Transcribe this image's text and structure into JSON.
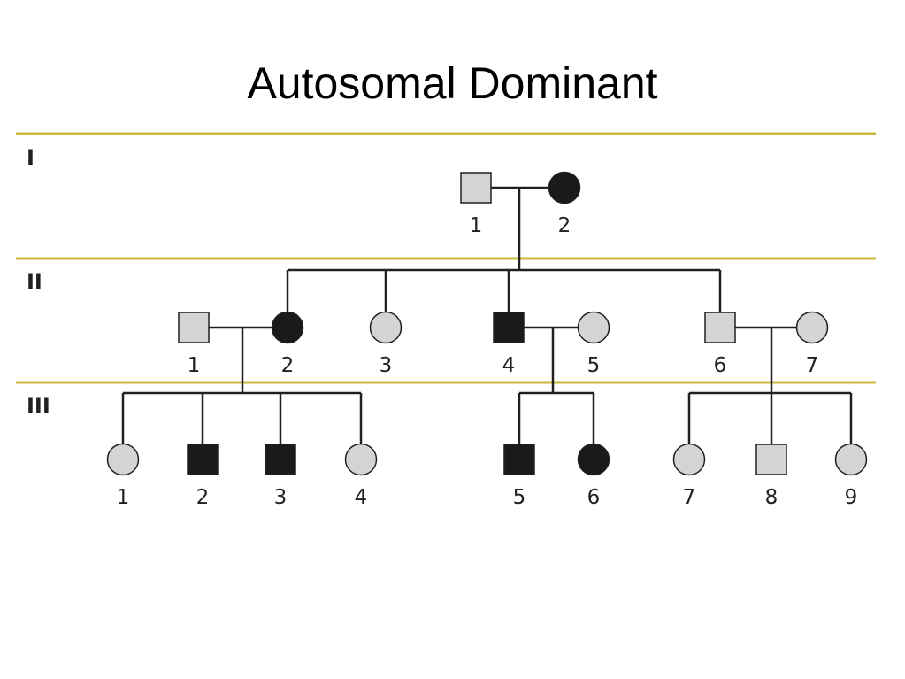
{
  "title": "Autosomal Dominant",
  "colors": {
    "affected": "#1a1a1a",
    "unaffected": "#d3d4d5",
    "line": "#231f20",
    "separator": "#c9b93a"
  },
  "legend_encoding": {
    "square": "male",
    "circle": "female",
    "filled_black": "affected",
    "filled_gray": "unaffected"
  },
  "generations": [
    {
      "label": "I",
      "individuals": [
        {
          "id": "I-1",
          "number": "1",
          "sex": "male",
          "affected": false
        },
        {
          "id": "I-2",
          "number": "2",
          "sex": "female",
          "affected": true
        }
      ]
    },
    {
      "label": "II",
      "individuals": [
        {
          "id": "II-1",
          "number": "1",
          "sex": "male",
          "affected": false
        },
        {
          "id": "II-2",
          "number": "2",
          "sex": "female",
          "affected": true
        },
        {
          "id": "II-3",
          "number": "3",
          "sex": "female",
          "affected": false
        },
        {
          "id": "II-4",
          "number": "4",
          "sex": "male",
          "affected": true
        },
        {
          "id": "II-5",
          "number": "5",
          "sex": "female",
          "affected": false
        },
        {
          "id": "II-6",
          "number": "6",
          "sex": "male",
          "affected": false
        },
        {
          "id": "II-7",
          "number": "7",
          "sex": "female",
          "affected": false
        }
      ]
    },
    {
      "label": "III",
      "individuals": [
        {
          "id": "III-1",
          "number": "1",
          "sex": "female",
          "affected": false
        },
        {
          "id": "III-2",
          "number": "2",
          "sex": "male",
          "affected": true
        },
        {
          "id": "III-3",
          "number": "3",
          "sex": "male",
          "affected": true
        },
        {
          "id": "III-4",
          "number": "4",
          "sex": "female",
          "affected": false
        },
        {
          "id": "III-5",
          "number": "5",
          "sex": "male",
          "affected": true
        },
        {
          "id": "III-6",
          "number": "6",
          "sex": "female",
          "affected": true
        },
        {
          "id": "III-7",
          "number": "7",
          "sex": "female",
          "affected": false
        },
        {
          "id": "III-8",
          "number": "8",
          "sex": "male",
          "affected": false
        },
        {
          "id": "III-9",
          "number": "9",
          "sex": "female",
          "affected": false
        }
      ]
    }
  ],
  "matings": [
    {
      "partners": [
        "I-1",
        "I-2"
      ],
      "children": [
        "II-2",
        "II-3",
        "II-4",
        "II-6"
      ]
    },
    {
      "partners": [
        "II-1",
        "II-2"
      ],
      "children": [
        "III-1",
        "III-2",
        "III-3",
        "III-4"
      ]
    },
    {
      "partners": [
        "II-4",
        "II-5"
      ],
      "children": [
        "III-5",
        "III-6"
      ]
    },
    {
      "partners": [
        "II-6",
        "II-7"
      ],
      "children": [
        "III-7",
        "III-8",
        "III-9"
      ]
    }
  ]
}
